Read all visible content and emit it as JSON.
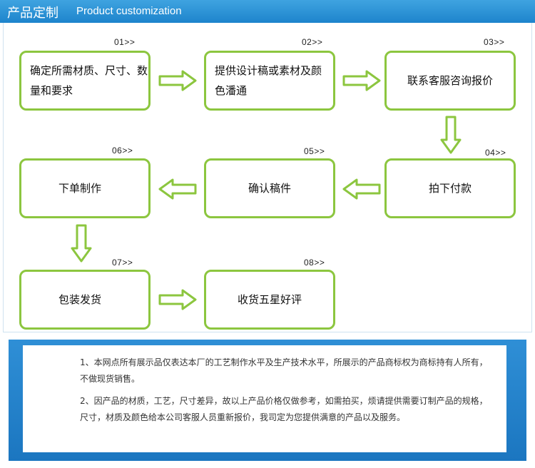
{
  "header": {
    "title_cn": "产品定制",
    "title_en": "Product customization"
  },
  "steps": [
    {
      "num": "01>>",
      "text": "确定所需材质、尺寸、数量和要求"
    },
    {
      "num": "02>>",
      "text": "提供设计稿或素材及颜色潘通"
    },
    {
      "num": "03>>",
      "text": "联系客服咨询报价"
    },
    {
      "num": "04>>",
      "text": "拍下付款"
    },
    {
      "num": "05>>",
      "text": "确认稿件"
    },
    {
      "num": "06>>",
      "text": "下单制作"
    },
    {
      "num": "07>>",
      "text": "包装发货"
    },
    {
      "num": "08>>",
      "text": "收货五星好评"
    }
  ],
  "notes": [
    "1、本网点所有展示品仅表达本厂的工艺制作水平及生产技术水平，所展示的产品商标权为商标持有人所有，不做现货销售。",
    "2、因产品的材质，工艺，尺寸差异，故以上产品价格仅做参考，如需拍买，烦请提供需要订制产品的规格，尺寸，材质及颜色给本公司客服人员重新报价，我司定为您提供满意的产品以及服务。"
  ],
  "colors": {
    "accent_green": "#8cc63f",
    "header_blue": "#1d84cc"
  }
}
